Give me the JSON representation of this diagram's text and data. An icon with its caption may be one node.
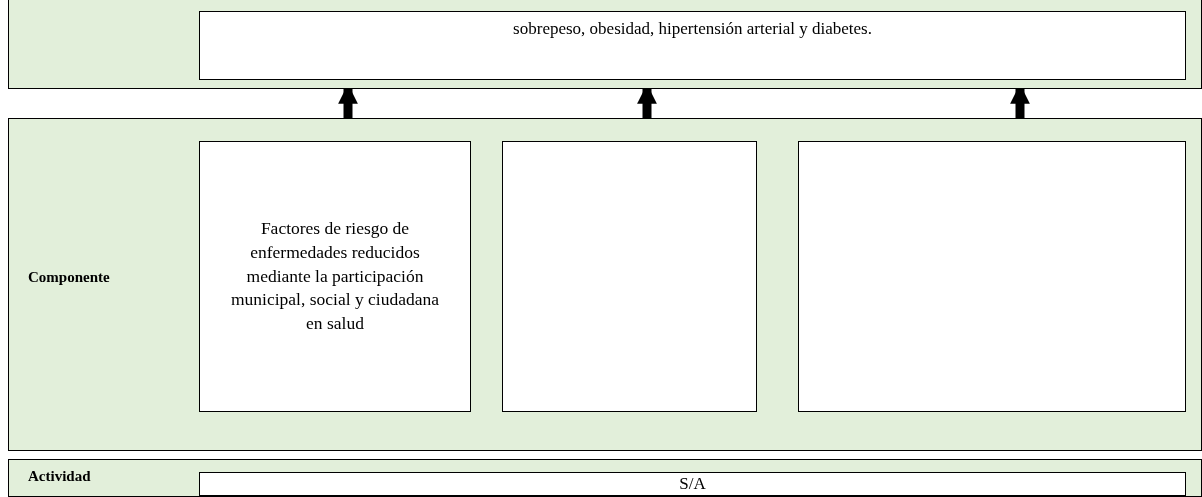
{
  "diagram": {
    "nodes": [
      {
        "text": [],
        "shape": "box"
      },
      {
        "text": [
          "sobrepeso, obesidad, hipertensión arterial y diabetes."
        ],
        "in": 0
      },
      {
        "text": [
          "Componente"
        ]
      },
      {
        "text": [
          "Factores de riesgo de enfermedades reducidos mediante la participación municipal, social y ciudadana en salud"
        ],
        "in": 2
      },
      {
        "text": [],
        "shape": "box",
        "in": 2
      },
      {
        "text": [],
        "shape": "box",
        "in": 2
      },
      {
        "text": [
          "Actividad"
        ]
      },
      {
        "text": [
          "S/A"
        ],
        "in": 6
      }
    ],
    "edges": [
      {
        "from": 3,
        "to": 1,
        "arrow": "to"
      },
      {
        "from": 4,
        "to": 1,
        "arrow": "to"
      },
      {
        "from": 5,
        "to": 1,
        "arrow": "to"
      }
    ]
  }
}
